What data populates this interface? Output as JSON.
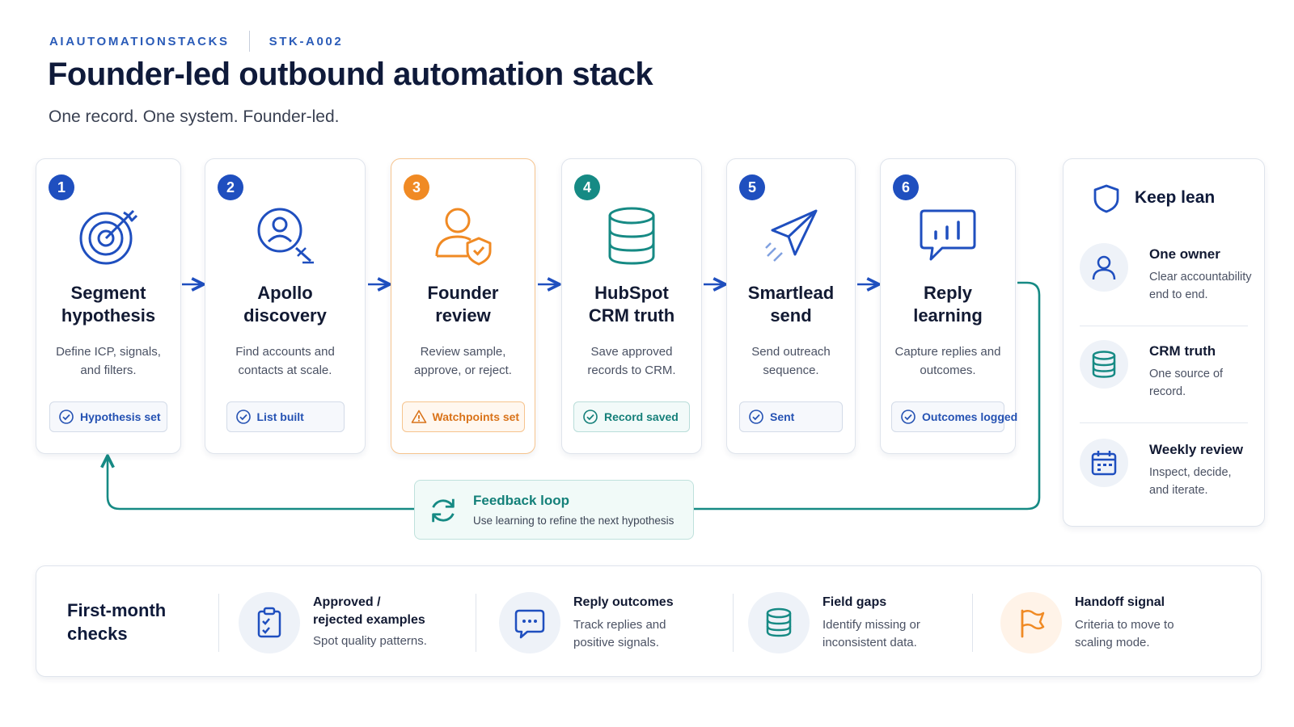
{
  "header": {
    "brand": "AIAUTOMATIONSTACKS",
    "code": "STK-A002",
    "title": "Founder-led outbound automation stack",
    "subtitle": "One record. One system. Founder-led."
  },
  "steps": [
    {
      "number": "1",
      "name_line1": "Segment",
      "name_line2": "hypothesis",
      "desc_line1": "Define ICP, signals,",
      "desc_line2": "and filters.",
      "badge": "Hypothesis set"
    },
    {
      "number": "2",
      "name_line1": "Apollo",
      "name_line2": "discovery",
      "desc_line1": "Find accounts and",
      "desc_line2": "contacts at scale.",
      "badge": "List built"
    },
    {
      "number": "3",
      "name_line1": "Founder",
      "name_line2": "review",
      "desc_line1": "Review sample,",
      "desc_line2": "approve, or reject.",
      "badge": "Watchpoints set"
    },
    {
      "number": "4",
      "name_line1": "HubSpot",
      "name_line2": "CRM truth",
      "desc_line1": "Save approved",
      "desc_line2": "records to CRM.",
      "badge": "Record saved"
    },
    {
      "number": "5",
      "name_line1": "Smartlead",
      "name_line2": "send",
      "desc_line1": "Send outreach",
      "desc_line2": "sequence.",
      "badge": "Sent"
    },
    {
      "number": "6",
      "name_line1": "Reply",
      "name_line2": "learning",
      "desc_line1": "Capture replies and",
      "desc_line2": "outcomes.",
      "badge": "Outcomes logged"
    }
  ],
  "feedback_loop": {
    "title": "Feedback loop",
    "desc": "Use learning to refine the next hypothesis"
  },
  "keep_lean": {
    "title": "Keep lean",
    "items": [
      {
        "title": "One owner",
        "desc": "Clear accountability end to end."
      },
      {
        "title": "CRM truth",
        "desc": "One source of record."
      },
      {
        "title": "Weekly review",
        "desc": "Inspect, decide, and iterate."
      }
    ]
  },
  "first_month": {
    "title": "First-month checks",
    "items": [
      {
        "title_line1": "Approved /",
        "title_line2": "rejected examples",
        "desc_line1": "Spot quality patterns.",
        "desc_line2": ""
      },
      {
        "title_line1": "Reply outcomes",
        "title_line2": "",
        "desc_line1": "Track replies and",
        "desc_line2": "positive signals."
      },
      {
        "title_line1": "Field gaps",
        "title_line2": "",
        "desc_line1": "Identify missing or",
        "desc_line2": "inconsistent data."
      },
      {
        "title_line1": "Handoff signal",
        "title_line2": "",
        "desc_line1": "Criteria to move to",
        "desc_line2": "scaling mode."
      }
    ]
  },
  "colors": {
    "blue": "#1f4fbf",
    "orange": "#f08a24",
    "teal": "#168a84",
    "navy": "#0f1a3a"
  }
}
